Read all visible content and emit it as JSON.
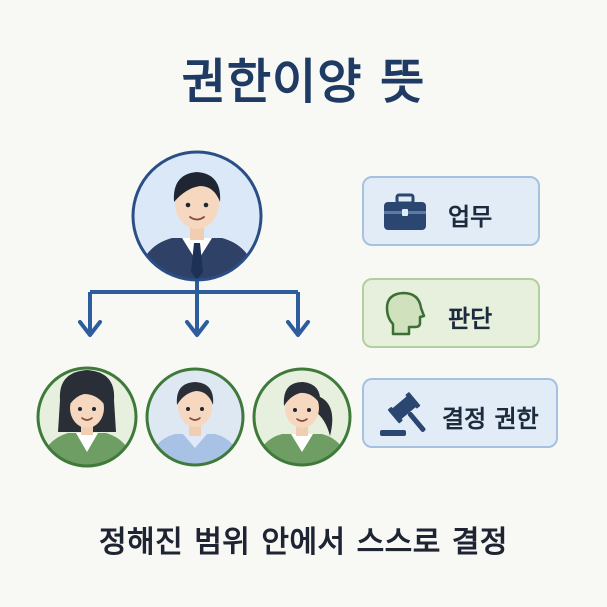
{
  "title": "권한이양 뜻",
  "legend": [
    {
      "label": "업무",
      "icon": "briefcase-icon",
      "bg": "#e2ecf7",
      "border": "#a7c1e0"
    },
    {
      "label": "판단",
      "icon": "head-profile-icon",
      "bg": "#e6f0dc",
      "border": "#b4cf9e"
    },
    {
      "label": "결정 권한",
      "icon": "gavel-icon",
      "bg": "#e2ecf7",
      "border": "#a7c1e0"
    }
  ],
  "caption": "정해진 범위 안에서 스스로 결정",
  "colors": {
    "navy": "#1f3b63",
    "arrow": "#2e5d9e",
    "manager_ring": "#2a4f86",
    "manager_fill": "#dbe8f7",
    "team_ring": "#3f7a3a",
    "team_fill": "#e7f0df"
  }
}
